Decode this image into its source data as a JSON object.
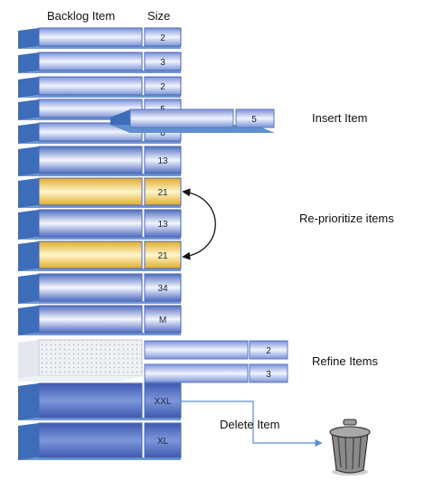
{
  "headers": {
    "item": "Backlog Item",
    "size": "Size"
  },
  "stack_sizes": [
    "2",
    "3",
    "2",
    "5",
    "8",
    "13",
    "21",
    "13",
    "21",
    "34",
    "M",
    "",
    "",
    "XXL",
    "XL"
  ],
  "highlighted_rows": [
    6,
    8
  ],
  "refined_row": 11,
  "insert_item": {
    "size": "5",
    "label": "Insert Item"
  },
  "reprioritize": {
    "label": "Re-prioritize items"
  },
  "refine": {
    "label": "Refine Items",
    "sizes": [
      "2",
      "3"
    ]
  },
  "delete": {
    "label": "Delete Item"
  },
  "colors": {
    "bar_light": "#eef2fb",
    "bar_mid": "#8aa0da",
    "bar_dark": "#4a66b8",
    "side": "#3d6db8",
    "top": "#9cc0e8",
    "highlight_light": "#fff4c8",
    "highlight_dark": "#e8b638",
    "arrow_blue": "#5b8fd4",
    "trash": "#7d7d7d"
  }
}
